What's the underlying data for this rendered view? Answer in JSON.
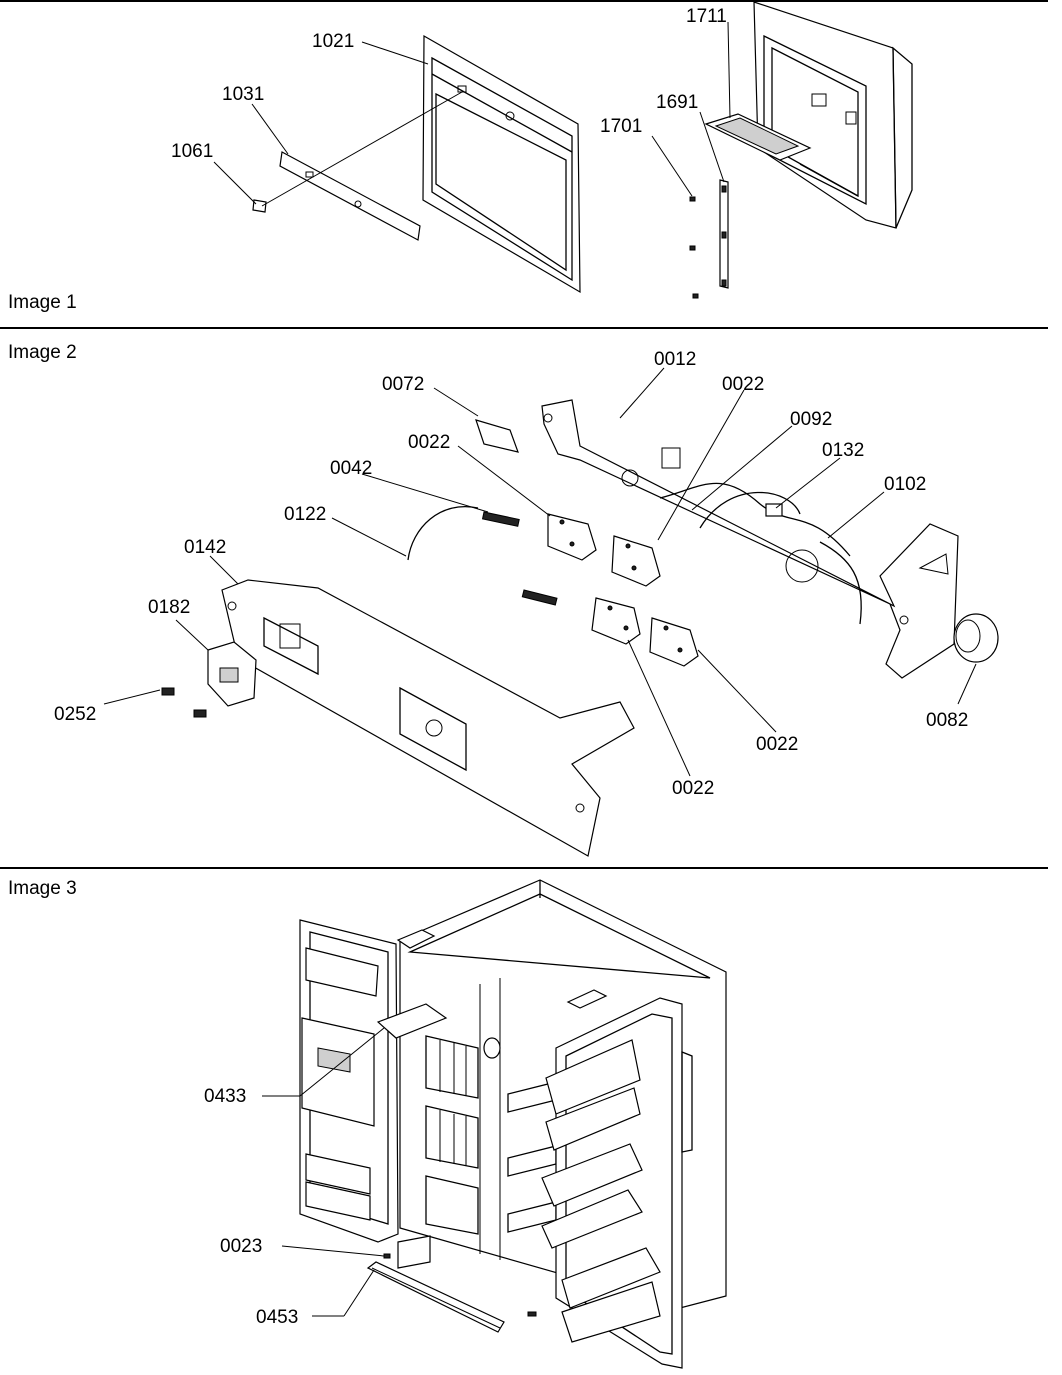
{
  "panels": [
    {
      "title": "Image 1"
    },
    {
      "title": "Image 2"
    },
    {
      "title": "Image 3"
    }
  ],
  "image1": {
    "callouts": [
      "1021",
      "1031",
      "1061",
      "1711",
      "1691",
      "1701"
    ]
  },
  "image2": {
    "callouts": [
      "0072",
      "0012",
      "0022",
      "0022",
      "0092",
      "0132",
      "0042",
      "0102",
      "0122",
      "0142",
      "0182",
      "0252",
      "0082",
      "0022",
      "0022"
    ]
  },
  "image3": {
    "callouts": [
      "0433",
      "0023",
      "0453"
    ]
  }
}
